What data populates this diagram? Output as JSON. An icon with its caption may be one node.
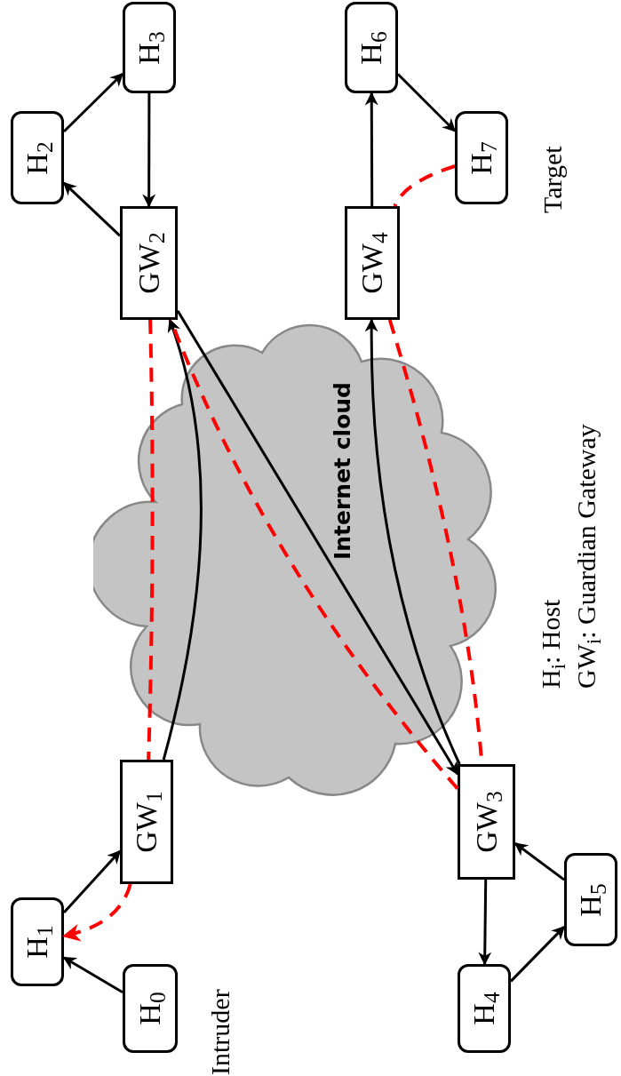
{
  "diagram": {
    "nodes": [
      {
        "text": [
          "H$_{0}$"
        ]
      },
      {
        "text": [
          "H$_{1}$"
        ]
      },
      {
        "text": [
          "GW$_{1}$"
        ]
      },
      {
        "text": [
          "H$_{2}$"
        ]
      },
      {
        "text": [
          "H$_{3}$"
        ]
      },
      {
        "text": [
          "GW$_{2}$"
        ]
      },
      {
        "text": [
          "H$_{6}$"
        ]
      },
      {
        "text": [
          "H$_{7}$"
        ]
      },
      {
        "text": [
          "GW$_{4}$"
        ]
      },
      {
        "text": [
          "H$_{4}$"
        ]
      },
      {
        "text": [
          "H$_{5}$"
        ]
      },
      {
        "text": [
          "GW$_{3}$"
        ]
      }
    ],
    "edges": [
      {
        "from": 0,
        "to": 1,
        "arrow": "to"
      },
      {
        "from": 1,
        "to": 2,
        "arrow": "to"
      },
      {
        "from": 2,
        "to": 5,
        "arrow": "to"
      },
      {
        "from": 5,
        "to": 3,
        "arrow": "to"
      },
      {
        "from": 3,
        "to": 4,
        "arrow": "to"
      },
      {
        "from": 4,
        "to": 5,
        "arrow": "to"
      },
      {
        "from": 5,
        "to": 11,
        "arrow": "to"
      },
      {
        "from": 11,
        "to": 8,
        "arrow": "to"
      },
      {
        "from": 8,
        "to": 6,
        "arrow": "to"
      },
      {
        "from": 6,
        "to": 7,
        "arrow": "to"
      },
      {
        "from": 11,
        "to": 9,
        "arrow": "to"
      },
      {
        "from": 9,
        "to": 10,
        "arrow": "to"
      },
      {
        "from": 10,
        "to": 11,
        "arrow": "to"
      },
      {
        "from": 7,
        "to": 8,
        "arrow": "none",
        "style": "dashed",
        "color": "#ff0000"
      },
      {
        "from": 8,
        "to": 11,
        "arrow": "none",
        "style": "dashed",
        "color": "#ff0000"
      },
      {
        "from": 11,
        "to": 5,
        "arrow": "none",
        "style": "dashed",
        "color": "#ff0000"
      },
      {
        "from": 5,
        "to": 2,
        "arrow": "none",
        "style": "dashed",
        "color": "#ff0000"
      },
      {
        "from": 2,
        "to": 1,
        "arrow": "to",
        "style": "dashed",
        "color": "#ff0000"
      }
    ],
    "labels": [
      "Intruder",
      "Internet cloud",
      "Target",
      "H$_{i}$: Host",
      "GW$_{i}$: Guardian Gateway"
    ]
  }
}
